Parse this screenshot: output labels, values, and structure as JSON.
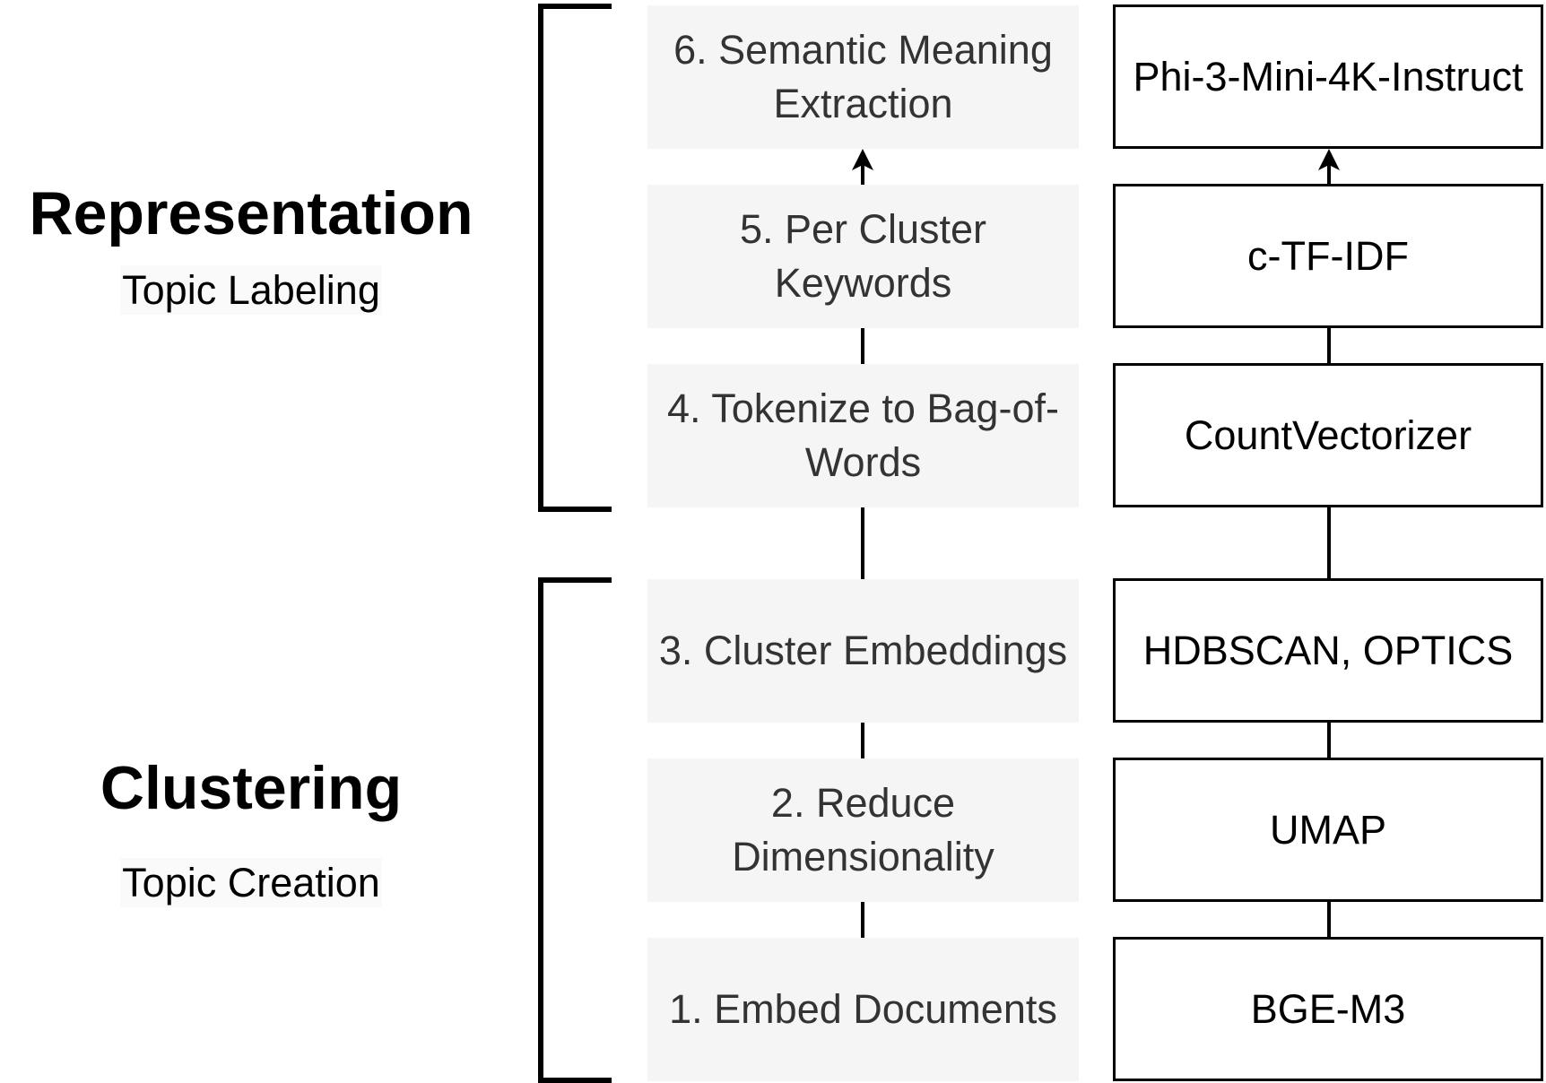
{
  "sections": {
    "representation": {
      "title": "Representation",
      "subtitle": "Topic Labeling"
    },
    "clustering": {
      "title": "Clustering",
      "subtitle": "Topic Creation"
    }
  },
  "steps": [
    {
      "label": "6. Semantic Meaning Extraction",
      "tool": "Phi-3-Mini-4K-Instruct"
    },
    {
      "label": "5. Per Cluster Keywords",
      "tool": "c-TF-IDF"
    },
    {
      "label": "4. Tokenize to Bag-of-Words",
      "tool": "CountVectorizer"
    },
    {
      "label": "3. Cluster Embeddings",
      "tool": "HDBSCAN, OPTICS"
    },
    {
      "label": "2. Reduce Dimensionality",
      "tool": "UMAP"
    },
    {
      "label": "1. Embed Documents",
      "tool": "BGE-M3"
    }
  ],
  "colors": {
    "step_fill": "#f5f5f5",
    "step_text": "#333333",
    "tool_border": "#000000",
    "line": "#000000"
  }
}
